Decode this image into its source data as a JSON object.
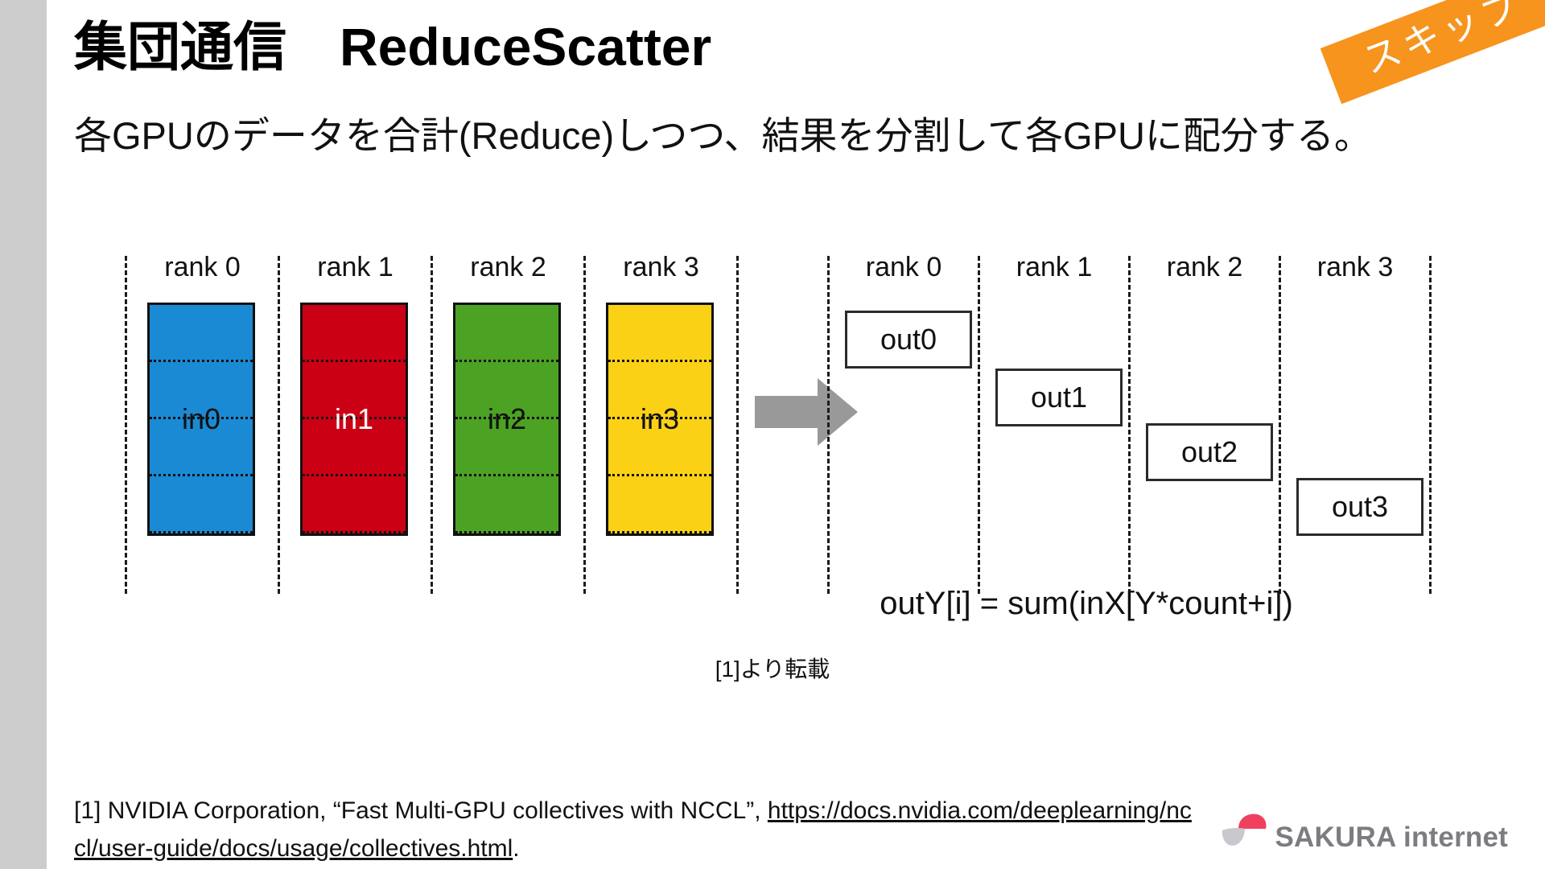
{
  "slide": {
    "title": "集団通信　ReduceScatter",
    "subtitle": "各GPUのデータを合計(Reduce)しつつ、結果を分割して各GPUに配分する。",
    "badge_label": "スキップ",
    "accent_orange": "#f7941d",
    "rail_color": "#cccccc"
  },
  "diagram": {
    "figure_caption": "[1]より転載",
    "formula": "outY[i] = sum(inX[Y*count+i])",
    "arrow_color": "#999999",
    "input_group": {
      "rank_labels": [
        "rank 0",
        "rank 1",
        "rank 2",
        "rank 3"
      ],
      "blocks": [
        {
          "label": "in0",
          "color": "#1b8ad4",
          "text_color": "#111111",
          "segments": 4
        },
        {
          "label": "in1",
          "color": "#cc0015",
          "text_color": "#ffffff",
          "segments": 4
        },
        {
          "label": "in2",
          "color": "#4ba223",
          "text_color": "#111111",
          "segments": 4
        },
        {
          "label": "in3",
          "color": "#fbd116",
          "text_color": "#111111",
          "segments": 4
        }
      ]
    },
    "output_group": {
      "rank_labels": [
        "rank 0",
        "rank 1",
        "rank 2",
        "rank 3"
      ],
      "boxes": [
        {
          "label": "out0",
          "step": 0
        },
        {
          "label": "out1",
          "step": 1
        },
        {
          "label": "out2",
          "step": 2
        },
        {
          "label": "out3",
          "step": 3
        }
      ]
    }
  },
  "footer": {
    "reference_prefix": "[1] NVIDIA Corporation, “Fast Multi-GPU collectives with NCCL”,  ",
    "reference_link": "https://docs.nvidia.com/deeplearning/nccl/user-guide/docs/usage/collectives.html",
    "reference_suffix": ".",
    "logo_text": "SAKURA internet",
    "logo_petal_color": "#ef4060",
    "logo_leaf_color": "#c9c9cd",
    "logo_text_color": "#7c7c82"
  }
}
